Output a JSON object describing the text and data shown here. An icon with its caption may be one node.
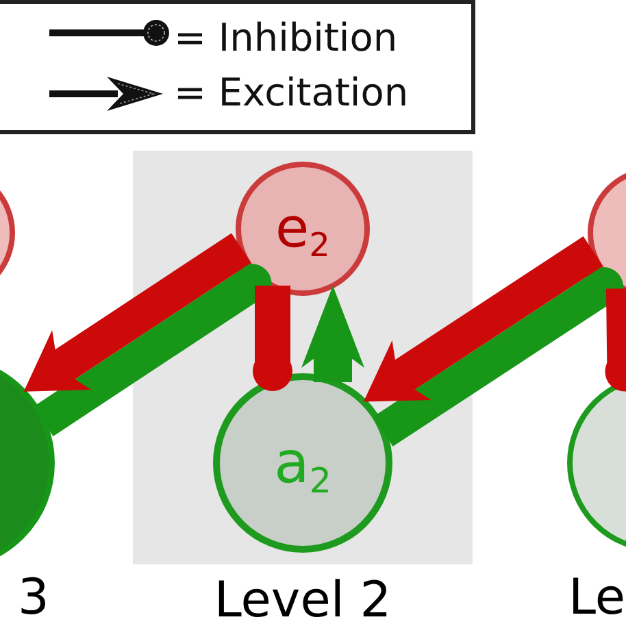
{
  "diagram": {
    "nodes": [
      {
        "text": [],
        "shape": "circle"
      },
      {
        "text": [],
        "shape": "circle"
      },
      {
        "text": [
          "Level 2"
        ]
      },
      {
        "text": [
          "e$_{2}$"
        ],
        "in": 2
      },
      {
        "text": [
          "a$_{2}$"
        ],
        "in": 2
      },
      {
        "text": [],
        "shape": "circle"
      },
      {
        "text": [],
        "shape": "circle"
      }
    ],
    "edges": [
      {
        "from": 1,
        "to": 3,
        "arrow": "other",
        "color": "#179617"
      },
      {
        "from": 3,
        "to": 1,
        "arrow": "to",
        "color": "#cc0a0a"
      },
      {
        "from": 4,
        "to": 3,
        "arrow": "to",
        "color": "#179617"
      },
      {
        "from": 3,
        "to": 4,
        "arrow": "other",
        "color": "#cc0a0a"
      },
      {
        "from": 4,
        "to": 5,
        "arrow": "other",
        "color": "#179617"
      },
      {
        "from": 5,
        "to": 4,
        "arrow": "to",
        "color": "#cc0a0a"
      },
      {
        "from": 5,
        "to": 6,
        "arrow": "other",
        "color": "#cc0a0a"
      }
    ],
    "labels": [
      "3",
      "Le"
    ],
    "legend": [
      {
        "text": "= Inhibition"
      },
      {
        "text": "= Excitation"
      }
    ]
  }
}
